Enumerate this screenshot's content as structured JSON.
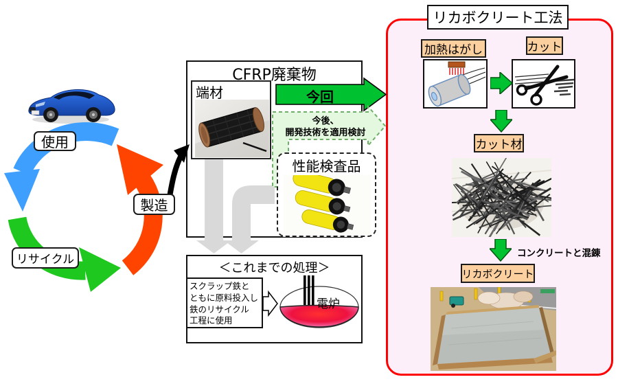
{
  "colors": {
    "green": "#00c231",
    "lightgreen": "#e4f7df",
    "dashgreen": "#6fae68",
    "gray": "#d9d9d9",
    "peach": "#fbcf9e",
    "pink_bg": "#fdeffa",
    "red_border": "#ff0000",
    "cycle_blue": "#3f9fff",
    "cycle_green": "#1ec81e",
    "cycle_red": "#ff4400"
  },
  "cycle": {
    "use": "使用",
    "manufacture": "製造",
    "recycle": "リサイクル"
  },
  "cfrp": {
    "title": "CFRP廃棄物",
    "offcut": "端材",
    "inspection": "性能検査品",
    "now": "今回",
    "future_line1": "今後、",
    "future_line2": "開発技術を適用検討"
  },
  "legacy": {
    "title": "＜これまでの処理＞",
    "notes": [
      "スクラップ鉄と",
      "ともに原料投入し",
      "鉄のリサイクル",
      "工程に使用"
    ],
    "furnace": "電炉"
  },
  "ricabo": {
    "title": "リカボクリート工法",
    "heat": "加熱はがし",
    "cut": "カット",
    "cut_material": "カット材",
    "mix": "コンクリートと混錬",
    "product": "リカボクリート"
  }
}
